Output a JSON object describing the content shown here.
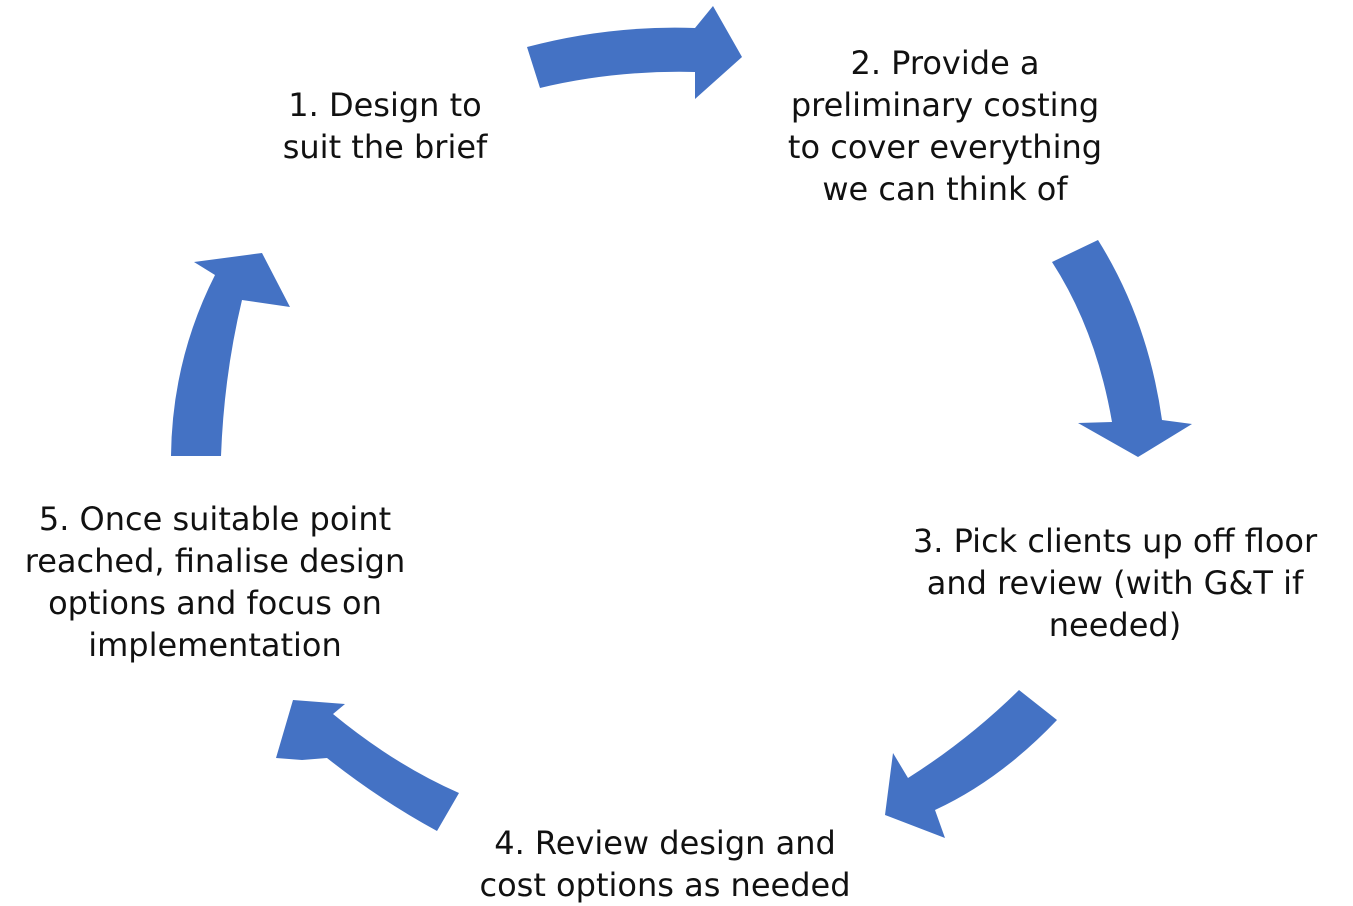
{
  "diagram": {
    "type": "cycle",
    "arrow_color": "#4472C4",
    "text_color": "#111111",
    "steps": [
      {
        "lines": [
          "1. Design to",
          "suit the brief"
        ]
      },
      {
        "lines": [
          "2. Provide a",
          "preliminary costing",
          "to cover everything",
          "we can think of"
        ]
      },
      {
        "lines": [
          "3. Pick clients up off floor",
          "and review (with G&T if",
          "needed)"
        ]
      },
      {
        "lines": [
          "4. Review design and",
          "cost options as needed"
        ]
      },
      {
        "lines": [
          "5. Once suitable point",
          "reached, finalise design",
          "options and focus on",
          "implementation"
        ]
      }
    ]
  }
}
